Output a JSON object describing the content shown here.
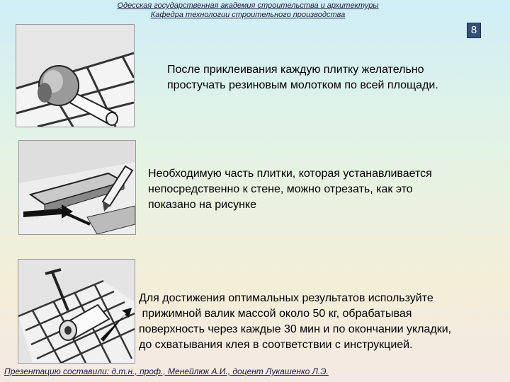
{
  "header": {
    "line1": "Одесская государственная академия строительства и архитектуры",
    "line2": "Кафедра технологии строительного производства"
  },
  "slide_number": "8",
  "blocks": [
    {
      "illustration": "rubber-mallet-on-tiles",
      "lines": [
        "После приклеивания каждую плитку желательно",
        "простучать резиновым молотком по всей площади."
      ]
    },
    {
      "illustration": "tile-cutting-at-wall",
      "lines": [
        "Необходимую часть плитки, которая устанавливается",
        "непосредственно к стене, можно отрезать, как это",
        "показано на рисунке"
      ]
    },
    {
      "illustration": "pressure-roller-on-tiles",
      "lines": [
        "Для достижения оптимальных результатов используйте",
        " прижимной валик массой около 50 кг, обрабатывая",
        "поверхность через каждые 30 мин и по окончании укладки,",
        "до схватывания клея в соответствии с инструкцией."
      ]
    }
  ],
  "footer": "Презентацию составили: д.т.н., проф., Менейлюк А.И., доцент Лукашенко Л.Э."
}
